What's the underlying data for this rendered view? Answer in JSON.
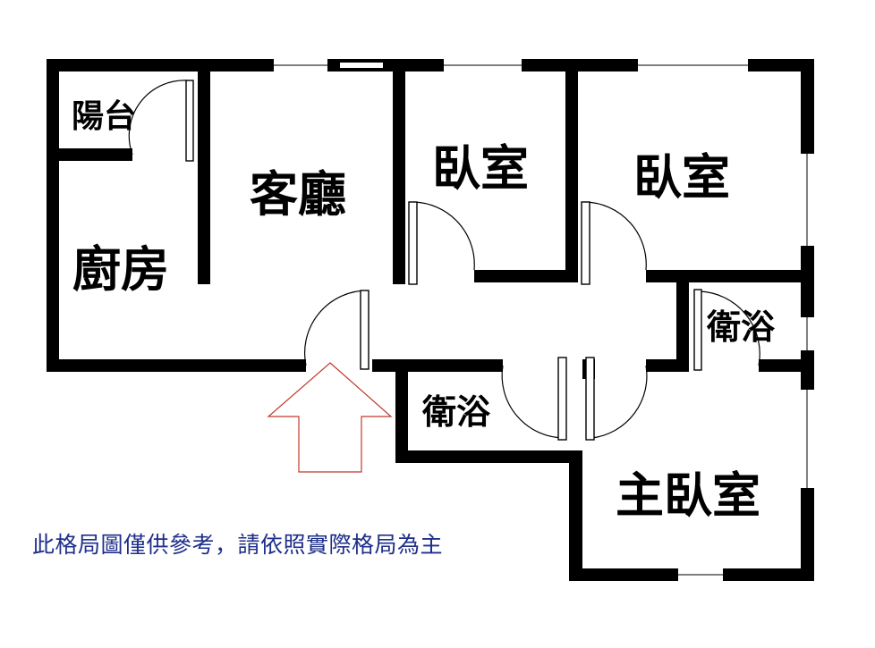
{
  "rooms": {
    "balcony": "陽台",
    "living_room": "客廳",
    "kitchen": "廚房",
    "bedroom_1": "臥室",
    "bedroom_2": "臥室",
    "bathroom_1": "衛浴",
    "bathroom_2": "衛浴",
    "master_bedroom": "主臥室"
  },
  "disclaimer": "此格局圖僅供參考，請依照實際格局為主",
  "colors": {
    "wall": "#000000",
    "entry_arrow": "#c0392b",
    "disclaimer_text": "#1f2f8a"
  }
}
